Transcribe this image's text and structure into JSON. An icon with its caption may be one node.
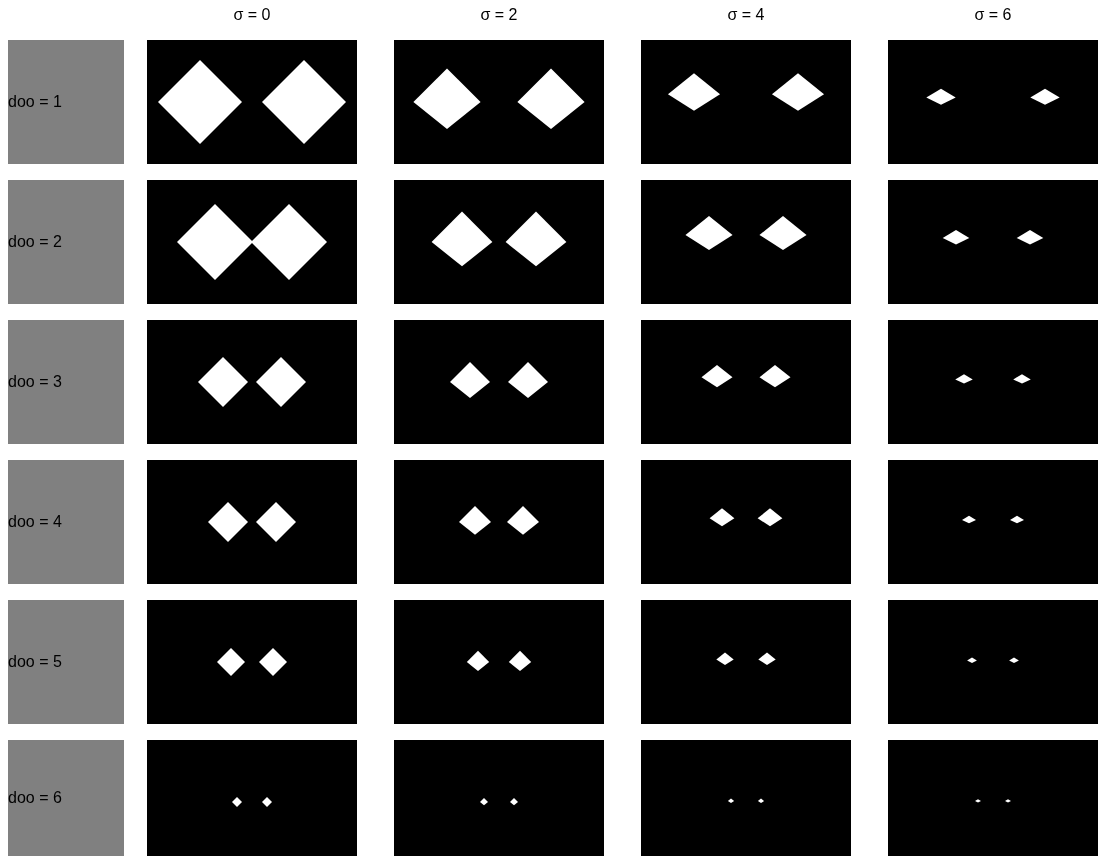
{
  "diagram": {
    "nodes": [
      {
        "text": [
          "doo = 1"
        ]
      },
      {
        "text": [
          "doo = 2"
        ]
      },
      {
        "text": [
          "doo = 3"
        ]
      },
      {
        "text": [
          "doo = 4"
        ]
      },
      {
        "text": [
          "doo = 5"
        ]
      },
      {
        "text": [
          "doo = 6"
        ]
      }
    ],
    "labels": [
      "σ = 0",
      "σ = 2",
      "σ = 4",
      "σ = 6"
    ]
  }
}
